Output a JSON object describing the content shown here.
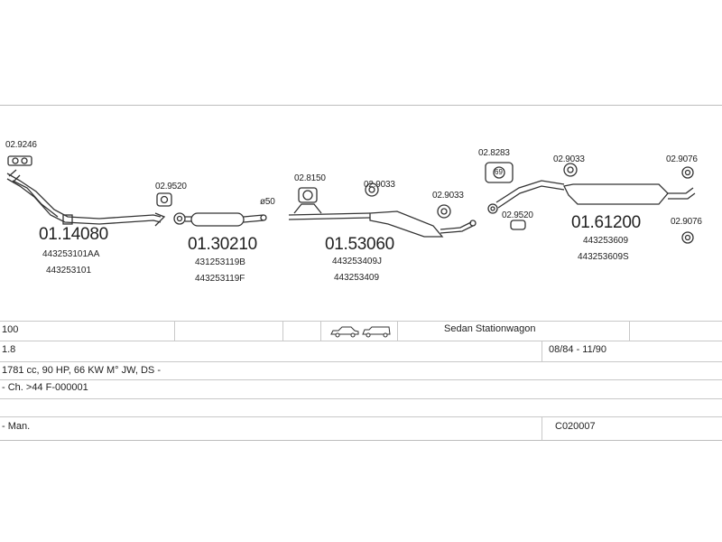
{
  "parts": {
    "p_0_2_9246": "02.9246",
    "p_0_2_9520_a": "02.9520",
    "p_0_2_8150": "02.8150",
    "p_0_2_9033_a": "02.9033",
    "p_0_2_9033_b": "02.9033",
    "p_0_2_8283": "02.8283",
    "p_0_2_9033_c": "02.9033",
    "p_0_2_9520_b": "02.9520",
    "p_0_2_9076_a": "02.9076",
    "p_0_2_9076_b": "02.9076",
    "diameter": "ø50",
    "gasket_no": "69"
  },
  "assemblies": [
    {
      "code": "01.14080",
      "oem": [
        "443253101AA",
        "443253101"
      ]
    },
    {
      "code": "01.30210",
      "oem": [
        "431253119B",
        "443253119F"
      ]
    },
    {
      "code": "01.53060",
      "oem": [
        "443253409J",
        "443253409"
      ]
    },
    {
      "code": "01.61200",
      "oem": [
        "443253609",
        "443253609S"
      ]
    }
  ],
  "table": {
    "model": "100",
    "body": "Sedan  Stationwagon",
    "engine": "1.8",
    "years": "08/84 - 11/90",
    "spec": "1781 cc, 90 HP, 66 KW M° JW, DS -",
    "chassis": "- Ch. >44 F-000001",
    "gearbox": "- Man.",
    "ref": "C020007"
  }
}
